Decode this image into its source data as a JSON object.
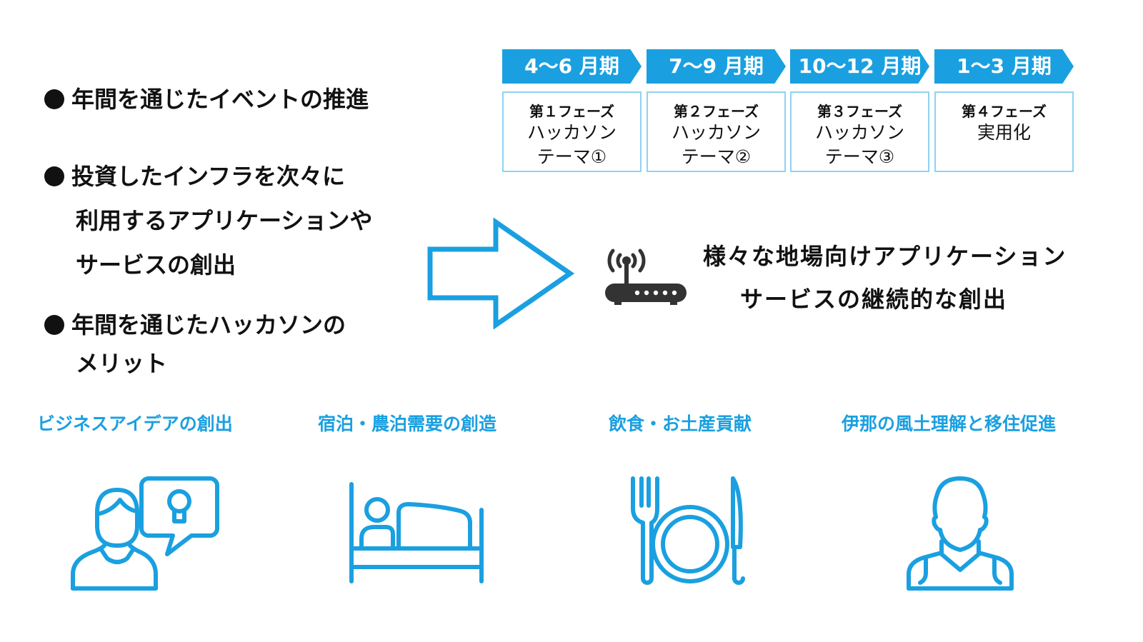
{
  "left": {
    "bullet1": "年間を通じたイベントの推進",
    "bullet2_line1": "投資したインフラを次々に",
    "bullet2_line2": "利用するアプリケーションや",
    "bullet2_line3": "サービスの創出",
    "bullet3_line1": "年間を通じたハッカソンの",
    "bullet3_line2": "メリット"
  },
  "periods": [
    "4～6 月期",
    "7～9 月期",
    "10～12 月期",
    "1～3 月期"
  ],
  "phases": [
    {
      "title": "第１フェーズ",
      "line1": "ハッカソン",
      "line2": "テーマ①"
    },
    {
      "title": "第２フェーズ",
      "line1": "ハッカソン",
      "line2": "テーマ②"
    },
    {
      "title": "第３フェーズ",
      "line1": "ハッカソン",
      "line2": "テーマ③"
    },
    {
      "title": "第４フェーズ",
      "line1": "実用化",
      "line2": ""
    }
  ],
  "slogan": {
    "line1": "様々な地場向けアプリケーション",
    "line2": "サービスの継続的な創出"
  },
  "benefits": [
    "ビジネスアイデアの創出",
    "宿泊・農泊需要の創造",
    "飲食・お土産貢献",
    "伊那の風土理解と移住促進"
  ],
  "icons": [
    "arrow-right-icon",
    "wifi-router-icon",
    "person-idea-icon",
    "bed-icon",
    "plate-cutlery-icon",
    "resident-icon"
  ],
  "colors": {
    "accent": "#1aa0e0",
    "box_border": "#8ed3f2",
    "text": "#111111"
  }
}
